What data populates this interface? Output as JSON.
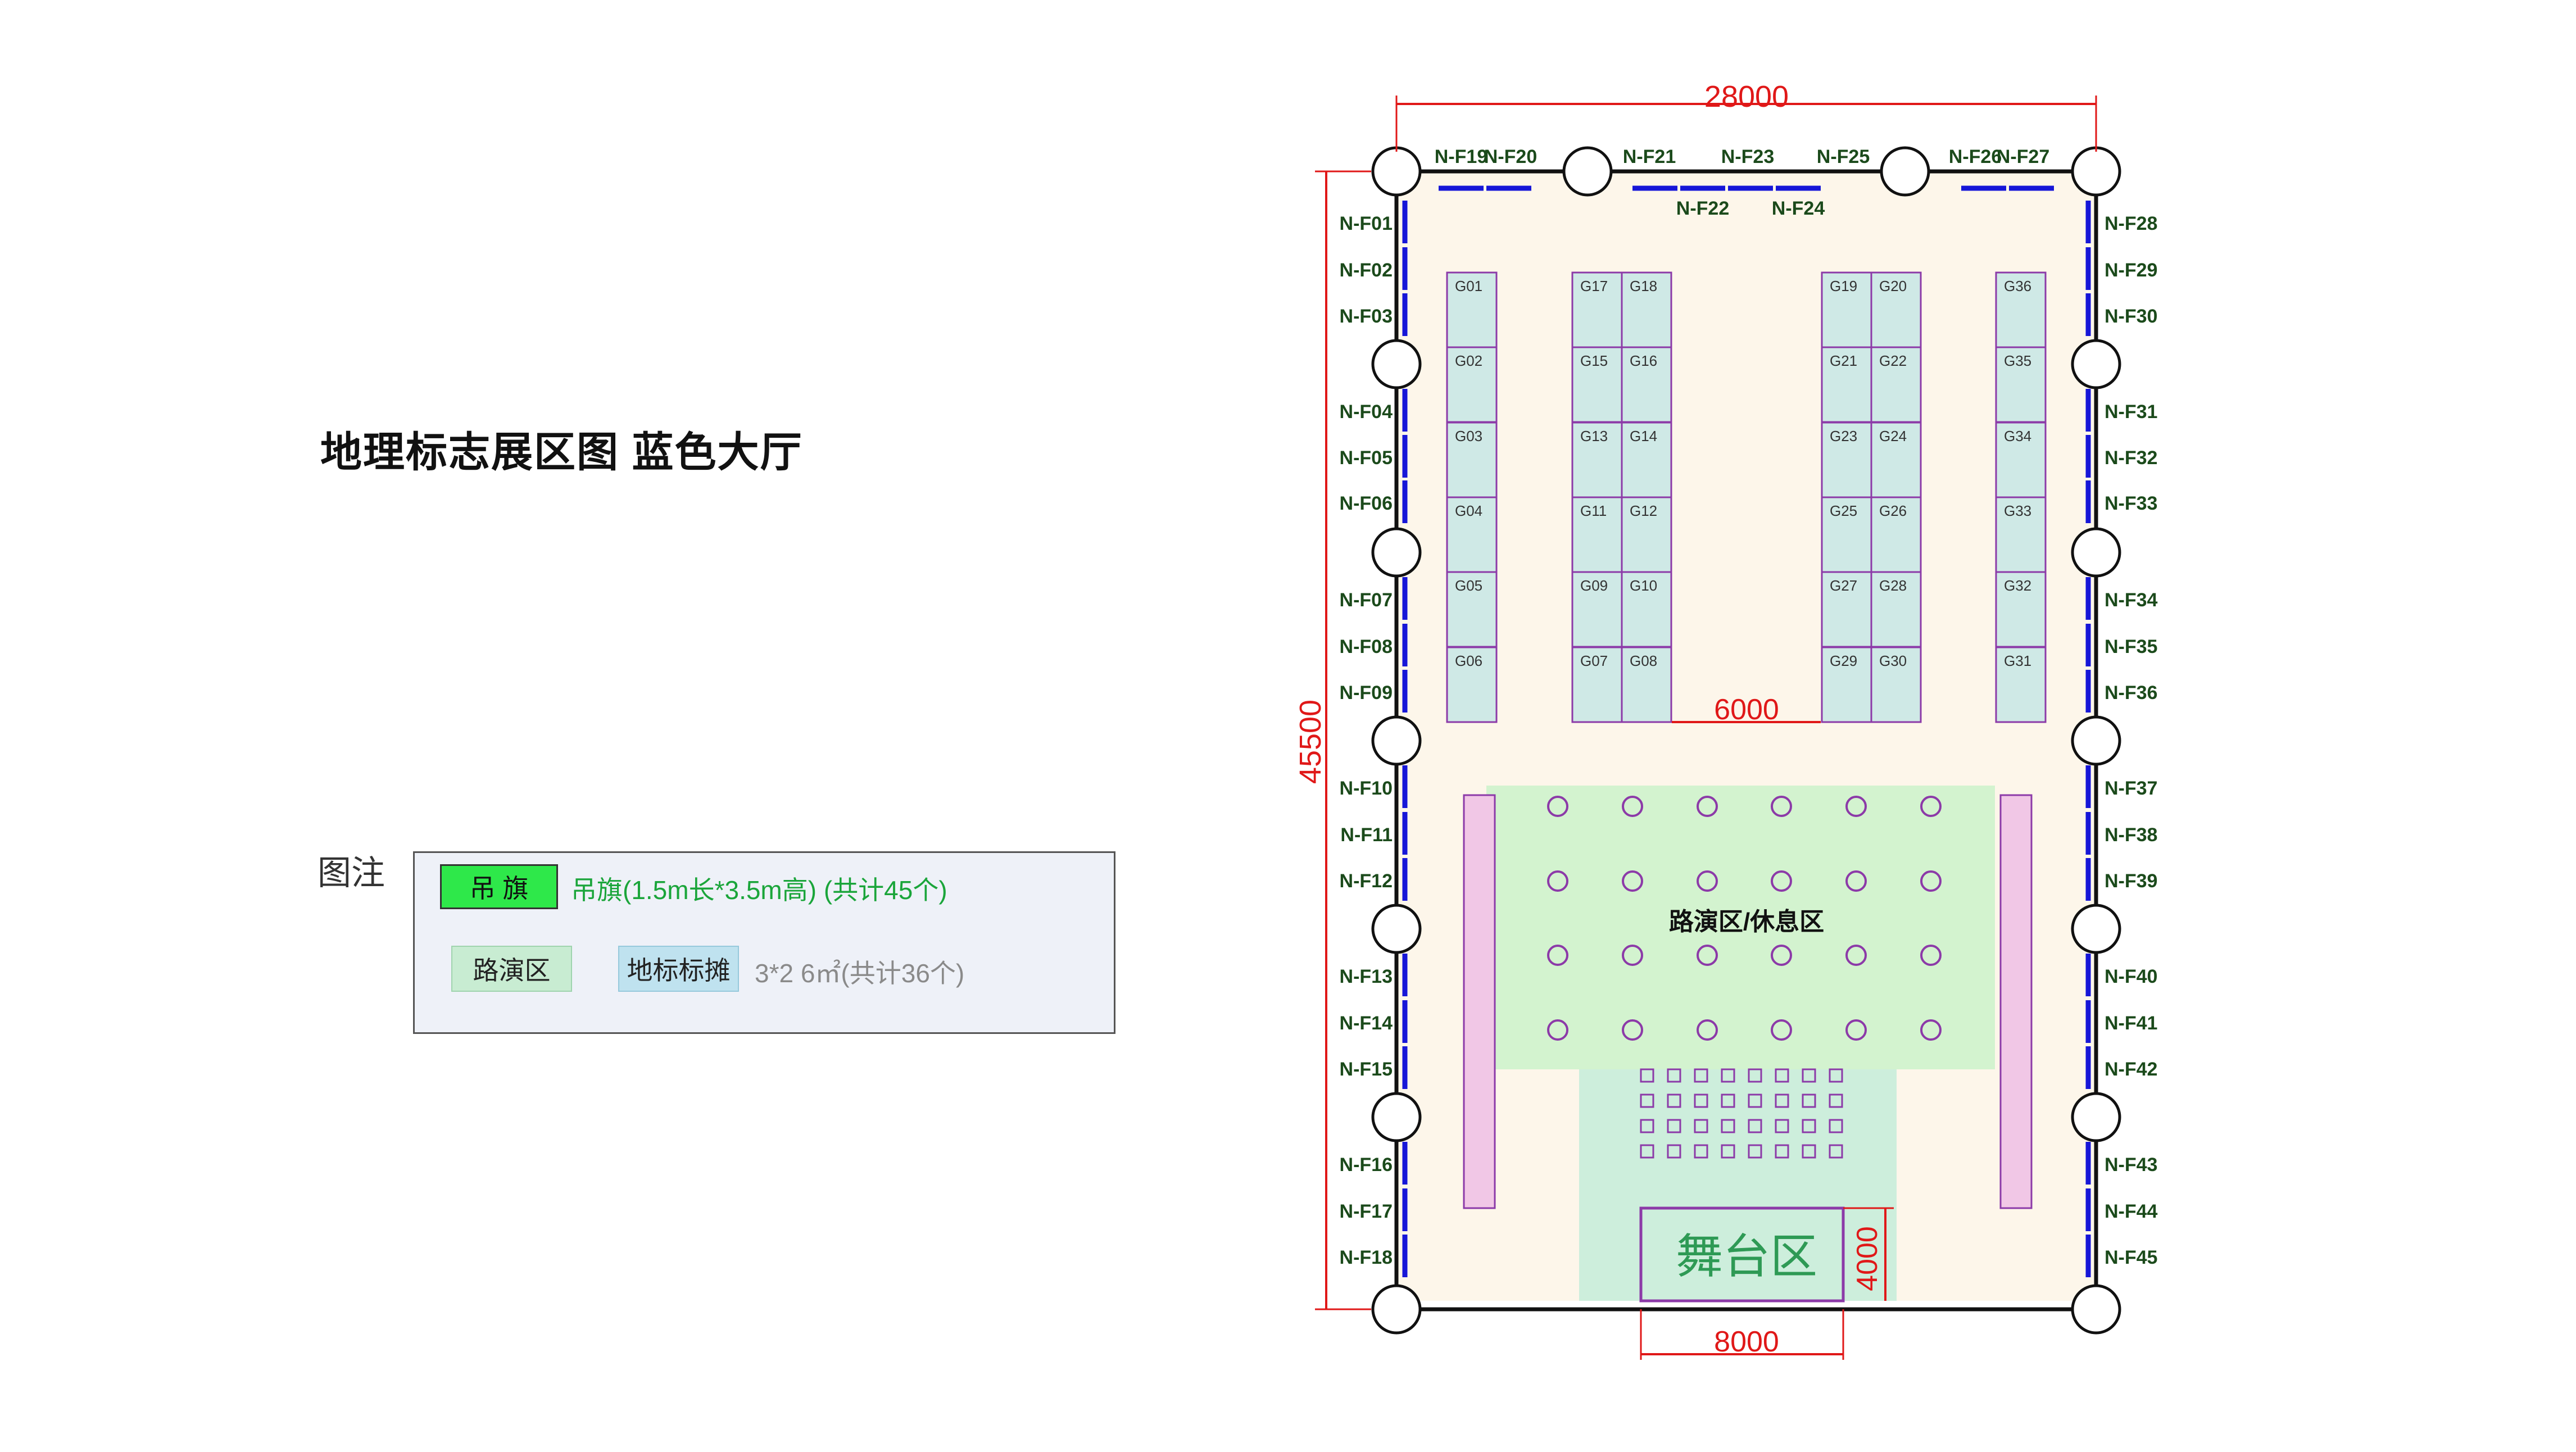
{
  "title": "地理标志展区图  蓝色大厅",
  "legend": {
    "heading": "图注",
    "flag_label": "吊 旗",
    "flag_text": "吊旗(1.5m长*3.5m高) (共计45个)",
    "stage_label": "路演区",
    "booth_label": "地标标摊",
    "booth_text": "3*2 6㎡(共计36个)"
  },
  "dimensions": {
    "width": "28000",
    "height": "45500",
    "aisle": "6000",
    "stage_width": "8000",
    "stage_depth": "4000"
  },
  "zones": {
    "roadshow": "路演区/休息区",
    "stage": "舞台区"
  },
  "flags": {
    "left": [
      "N-F01",
      "N-F02",
      "N-F03",
      "N-F04",
      "N-F05",
      "N-F06",
      "N-F07",
      "N-F08",
      "N-F09",
      "N-F10",
      "N-F11",
      "N-F12",
      "N-F13",
      "N-F14",
      "N-F15",
      "N-F16",
      "N-F17",
      "N-F18"
    ],
    "right": [
      "N-F28",
      "N-F29",
      "N-F30",
      "N-F31",
      "N-F32",
      "N-F33",
      "N-F34",
      "N-F35",
      "N-F36",
      "N-F37",
      "N-F38",
      "N-F39",
      "N-F40",
      "N-F41",
      "N-F42",
      "N-F43",
      "N-F44",
      "N-F45"
    ],
    "top_upper": [
      "N-F19",
      "N-F20",
      "N-F21",
      "N-F23",
      "N-F25",
      "N-F26",
      "N-F27"
    ],
    "top_lower": [
      "N-F22",
      "N-F24"
    ]
  },
  "booths": {
    "col_a": [
      "G01",
      "G02",
      "G03",
      "G04",
      "G05",
      "G06"
    ],
    "col_b_left": [
      "G17",
      "G15",
      "G13",
      "G11",
      "G09",
      "G07"
    ],
    "col_b_right": [
      "G18",
      "G16",
      "G14",
      "G12",
      "G10",
      "G08"
    ],
    "col_c_left": [
      "G19",
      "G21",
      "G23",
      "G25",
      "G27",
      "G29"
    ],
    "col_c_right": [
      "G20",
      "G22",
      "G24",
      "G26",
      "G28",
      "G30"
    ],
    "col_d": [
      "G36",
      "G35",
      "G34",
      "G33",
      "G32",
      "G31"
    ]
  },
  "colors": {
    "wall": "#111111",
    "flag": "#1616d8",
    "dimension": "#e01818",
    "flag_label": "#1b4a1b",
    "floor": "#fdf6ea",
    "booth_fill": "#cfe9e6",
    "booth_stroke": "#8c3aa8",
    "roadshow": "#d3f3cf",
    "stage_zone": "#cdeedc",
    "side_banner": "#f1c7e6",
    "stage_text": "#2e9a55"
  }
}
